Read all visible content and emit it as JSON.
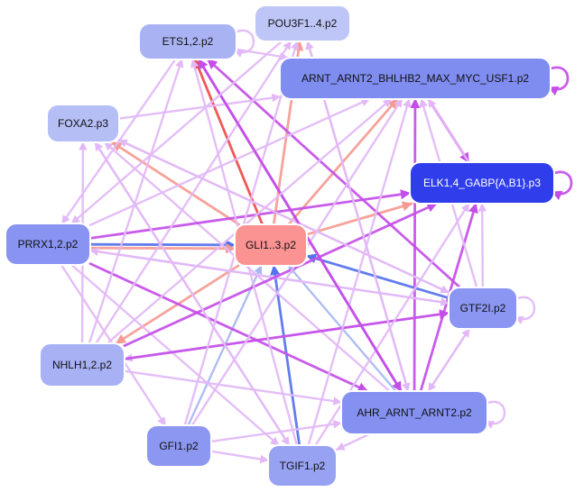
{
  "colors": {
    "background": "#ffffff",
    "edge_violet": "#c44ee8",
    "edge_light_violet": "#e2b8f6",
    "edge_salmon": "#f59b93",
    "edge_red": "#ef4a4a",
    "edge_blue": "#5672ea",
    "edge_light_blue": "#a8b7f2"
  },
  "nodes": [
    {
      "id": "ets",
      "label": "ETS1,2.p2",
      "fill": "#a9b3f4",
      "text": "#111111"
    },
    {
      "id": "pou",
      "label": "POU3F1..4.p2",
      "fill": "#bec6f7",
      "text": "#111111"
    },
    {
      "id": "arnt",
      "label": "ARNT_ARNT2_BHLHB2_MAX_MYC_USF1.p2",
      "fill": "#7f8cf0",
      "text": "#111111"
    },
    {
      "id": "foxa",
      "label": "FOXA2.p3",
      "fill": "#b6beF6",
      "text": "#111111"
    },
    {
      "id": "elk",
      "label": "ELK1,4_GABP{A,B1}.p3",
      "fill": "#2f3eea",
      "text": "#ffffff"
    },
    {
      "id": "prrx",
      "label": "PRRX1,2.p2",
      "fill": "#8893f2",
      "text": "#111111"
    },
    {
      "id": "gli",
      "label": "GLI1..3.p2",
      "fill": "#fb9393",
      "text": "#111111"
    },
    {
      "id": "gtf",
      "label": "GTF2I.p2",
      "fill": "#8b96f2",
      "text": "#111111"
    },
    {
      "id": "nhlh",
      "label": "NHLH1,2.p2",
      "fill": "#a7b1f4",
      "text": "#111111"
    },
    {
      "id": "ahr",
      "label": "AHR_ARNT_ARNT2.p2",
      "fill": "#8591f1",
      "text": "#111111"
    },
    {
      "id": "gfi",
      "label": "GFI1.p2",
      "fill": "#8c97f2",
      "text": "#111111"
    },
    {
      "id": "tgif",
      "label": "TGIF1.p2",
      "fill": "#98a2f3",
      "text": "#111111"
    }
  ],
  "edges": [
    {
      "from": "ets",
      "to": "ets",
      "color": "light_violet",
      "self": true
    },
    {
      "from": "arnt",
      "to": "arnt",
      "color": "violet",
      "self": true
    },
    {
      "from": "elk",
      "to": "elk",
      "color": "violet",
      "self": true
    },
    {
      "from": "gtf",
      "to": "gtf",
      "color": "light_violet",
      "self": true
    },
    {
      "from": "ahr",
      "to": "ahr",
      "color": "light_violet",
      "self": true
    },
    {
      "from": "gli",
      "to": "ets",
      "color": "red"
    },
    {
      "from": "gli",
      "to": "pou",
      "color": "salmon"
    },
    {
      "from": "gli",
      "to": "arnt",
      "color": "salmon"
    },
    {
      "from": "gli",
      "to": "elk",
      "color": "salmon"
    },
    {
      "from": "gli",
      "to": "foxa",
      "color": "salmon"
    },
    {
      "from": "gli",
      "to": "nhlh",
      "color": "salmon"
    },
    {
      "from": "prrx",
      "to": "gli",
      "color": "blue"
    },
    {
      "from": "prrx",
      "to": "gli",
      "color": "salmon",
      "offset": 4
    },
    {
      "from": "gtf",
      "to": "gli",
      "color": "blue"
    },
    {
      "from": "tgif",
      "to": "gli",
      "color": "blue"
    },
    {
      "from": "gfi",
      "to": "gli",
      "color": "light_blue"
    },
    {
      "from": "ahr",
      "to": "gli",
      "color": "light_blue"
    },
    {
      "from": "ahr",
      "to": "ets",
      "color": "violet"
    },
    {
      "from": "ahr",
      "to": "arnt",
      "color": "violet"
    },
    {
      "from": "ahr",
      "to": "elk",
      "color": "violet"
    },
    {
      "from": "ahr",
      "to": "pou",
      "color": "light_violet"
    },
    {
      "from": "ahr",
      "to": "foxa",
      "color": "light_violet"
    },
    {
      "from": "ahr",
      "to": "gtf",
      "color": "light_violet"
    },
    {
      "from": "gtf",
      "to": "ets",
      "color": "violet"
    },
    {
      "from": "gtf",
      "to": "elk",
      "color": "light_violet"
    },
    {
      "from": "gtf",
      "to": "arnt",
      "color": "light_violet"
    },
    {
      "from": "gtf",
      "to": "nhlh",
      "color": "light_violet"
    },
    {
      "from": "gtf",
      "to": "prrx",
      "color": "light_violet"
    },
    {
      "from": "gtf",
      "to": "ahr",
      "color": "light_violet"
    },
    {
      "from": "gtf",
      "to": "foxa",
      "color": "light_violet"
    },
    {
      "from": "arnt",
      "to": "elk",
      "color": "violet"
    },
    {
      "from": "elk",
      "to": "arnt",
      "color": "light_violet"
    },
    {
      "from": "ets",
      "to": "arnt",
      "color": "light_violet"
    },
    {
      "from": "foxa",
      "to": "arnt",
      "color": "light_violet"
    },
    {
      "from": "prrx",
      "to": "arnt",
      "color": "light_violet"
    },
    {
      "from": "prrx",
      "to": "elk",
      "color": "violet"
    },
    {
      "from": "prrx",
      "to": "gtf",
      "color": "light_violet"
    },
    {
      "from": "prrx",
      "to": "ahr",
      "color": "violet"
    },
    {
      "from": "prrx",
      "to": "tgif",
      "color": "light_violet"
    },
    {
      "from": "prrx",
      "to": "gfi",
      "color": "light_violet"
    },
    {
      "from": "nhlh",
      "to": "elk",
      "color": "violet"
    },
    {
      "from": "nhlh",
      "to": "pou",
      "color": "light_violet"
    },
    {
      "from": "nhlh",
      "to": "foxa",
      "color": "light_violet"
    },
    {
      "from": "nhlh",
      "to": "ahr",
      "color": "light_violet"
    },
    {
      "from": "nhlh",
      "to": "ets",
      "color": "light_violet"
    },
    {
      "from": "nhlh",
      "to": "gtf",
      "color": "violet"
    },
    {
      "from": "gfi",
      "to": "arnt",
      "color": "light_violet"
    },
    {
      "from": "gfi",
      "to": "pou",
      "color": "light_violet"
    },
    {
      "from": "gfi",
      "to": "tgif",
      "color": "light_violet"
    },
    {
      "from": "gfi",
      "to": "ahr",
      "color": "light_violet"
    },
    {
      "from": "tgif",
      "to": "arnt",
      "color": "light_violet"
    },
    {
      "from": "tgif",
      "to": "ets",
      "color": "light_violet"
    },
    {
      "from": "tgif",
      "to": "elk",
      "color": "light_violet"
    },
    {
      "from": "tgif",
      "to": "foxa",
      "color": "light_violet"
    },
    {
      "from": "foxa",
      "to": "gtf",
      "color": "light_violet"
    },
    {
      "from": "foxa",
      "to": "tgif",
      "color": "light_violet"
    },
    {
      "from": "ets",
      "to": "ahr",
      "color": "violet"
    },
    {
      "from": "ets",
      "to": "prrx",
      "color": "light_violet"
    },
    {
      "from": "pou",
      "to": "ahr",
      "color": "light_violet"
    },
    {
      "from": "pou",
      "to": "prrx",
      "color": "light_violet"
    },
    {
      "from": "ahr",
      "to": "tgif",
      "color": "light_violet"
    },
    {
      "from": "nhlh",
      "to": "arnt",
      "color": "light_violet"
    }
  ]
}
